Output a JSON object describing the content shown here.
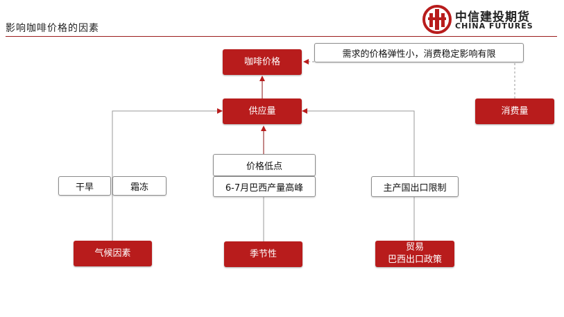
{
  "header": {
    "title": "影响咖啡价格的因素",
    "logo_cn": "中信建投期货",
    "logo_en": "CHINA FUTURES",
    "accent_color": "#b81c1c"
  },
  "diagram": {
    "coffee_price": "咖啡价格",
    "demand_note": "需求的价格弹性小，消费稳定影响有限",
    "consumption": "消费量",
    "supply": "供应量",
    "drought": "干旱",
    "frost": "霜冻",
    "climate": "气候因素",
    "price_low": "价格低点",
    "harvest_peak": "6-7月巴西产量高峰",
    "seasonality": "季节性",
    "export_limit": "主产国出口限制",
    "trade_line1": "贸易",
    "trade_line2": "巴西出口政策"
  }
}
